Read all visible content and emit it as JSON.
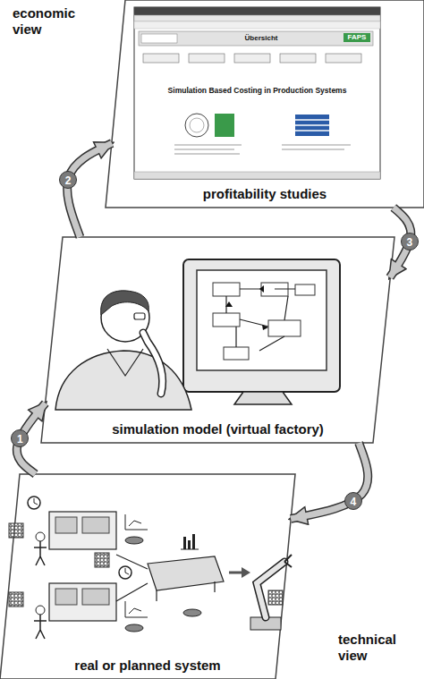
{
  "diagram": {
    "nodes": [
      {
        "text": [
          "profitability studies"
        ]
      },
      {
        "text": [
          "simulation model (virtual factory)"
        ]
      },
      {
        "text": [
          "real or planned system"
        ]
      }
    ],
    "edges": [
      {
        "from": 2,
        "to": 1,
        "arrow": "to",
        "label": "1"
      },
      {
        "from": 1,
        "to": 0,
        "arrow": "to",
        "label": "2"
      },
      {
        "from": 0,
        "to": 1,
        "arrow": "to",
        "label": "3"
      },
      {
        "from": 1,
        "to": 2,
        "arrow": "to",
        "label": "4"
      }
    ],
    "labels": [
      "economic view",
      "technical view",
      "Simulation Based Costing in Production Systems",
      "FAPS",
      "Übersicht"
    ]
  }
}
